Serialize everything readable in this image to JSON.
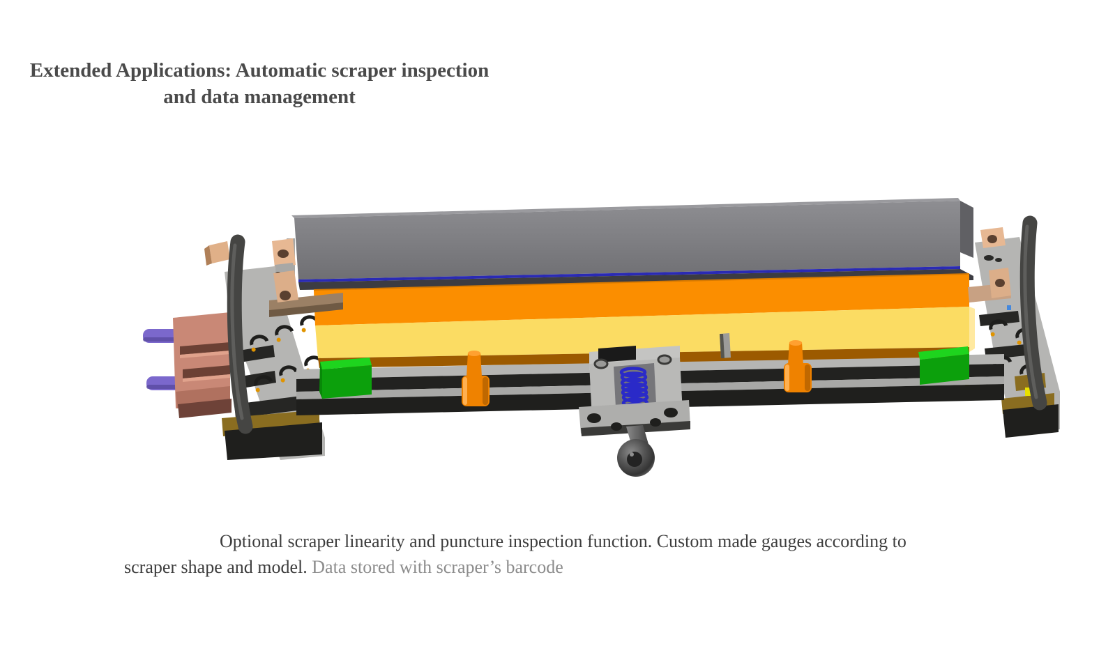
{
  "title": {
    "line1": "Extended Applications: Automatic scraper inspection",
    "line2": "and data management",
    "color": "#4a4a4a"
  },
  "caption": {
    "line1": "Optional scraper linearity and puncture inspection function. Custom made gauges according to",
    "line2_dark": "scraper shape and model.",
    "line2_light": " Data stored with scraper’s barcode",
    "dark_color": "#3d3d3d",
    "light_color": "#8c8c8c"
  },
  "figure": {
    "colors": {
      "holder_gray_top": "#9a9a9e",
      "holder_gray_side": "#606064",
      "blue_line": "#2a2ab4",
      "blade_orange": "#fb8e00",
      "blade_yellow": "#fbdc63",
      "blade_brown": "#9c5a00",
      "base_gray": "#b5b5b3",
      "base_mid_gray": "#a8a8a6",
      "base_black": "#1f1f1d",
      "green_top": "#1ed41e",
      "green_front": "#0ca00c",
      "copper": "#e7b893",
      "copper_dark": "#dcae89",
      "tan_bar": "#9b8065",
      "gold": "#8a6d20",
      "pink": "#c98876",
      "pink_slot": "#6b4034",
      "purple": "#7b68cc",
      "spring_blue": "#2a2ac8",
      "knob_orange": "#ef8200",
      "rod_dark": "#454543",
      "bracket_gray": "#b9b9b7"
    }
  }
}
